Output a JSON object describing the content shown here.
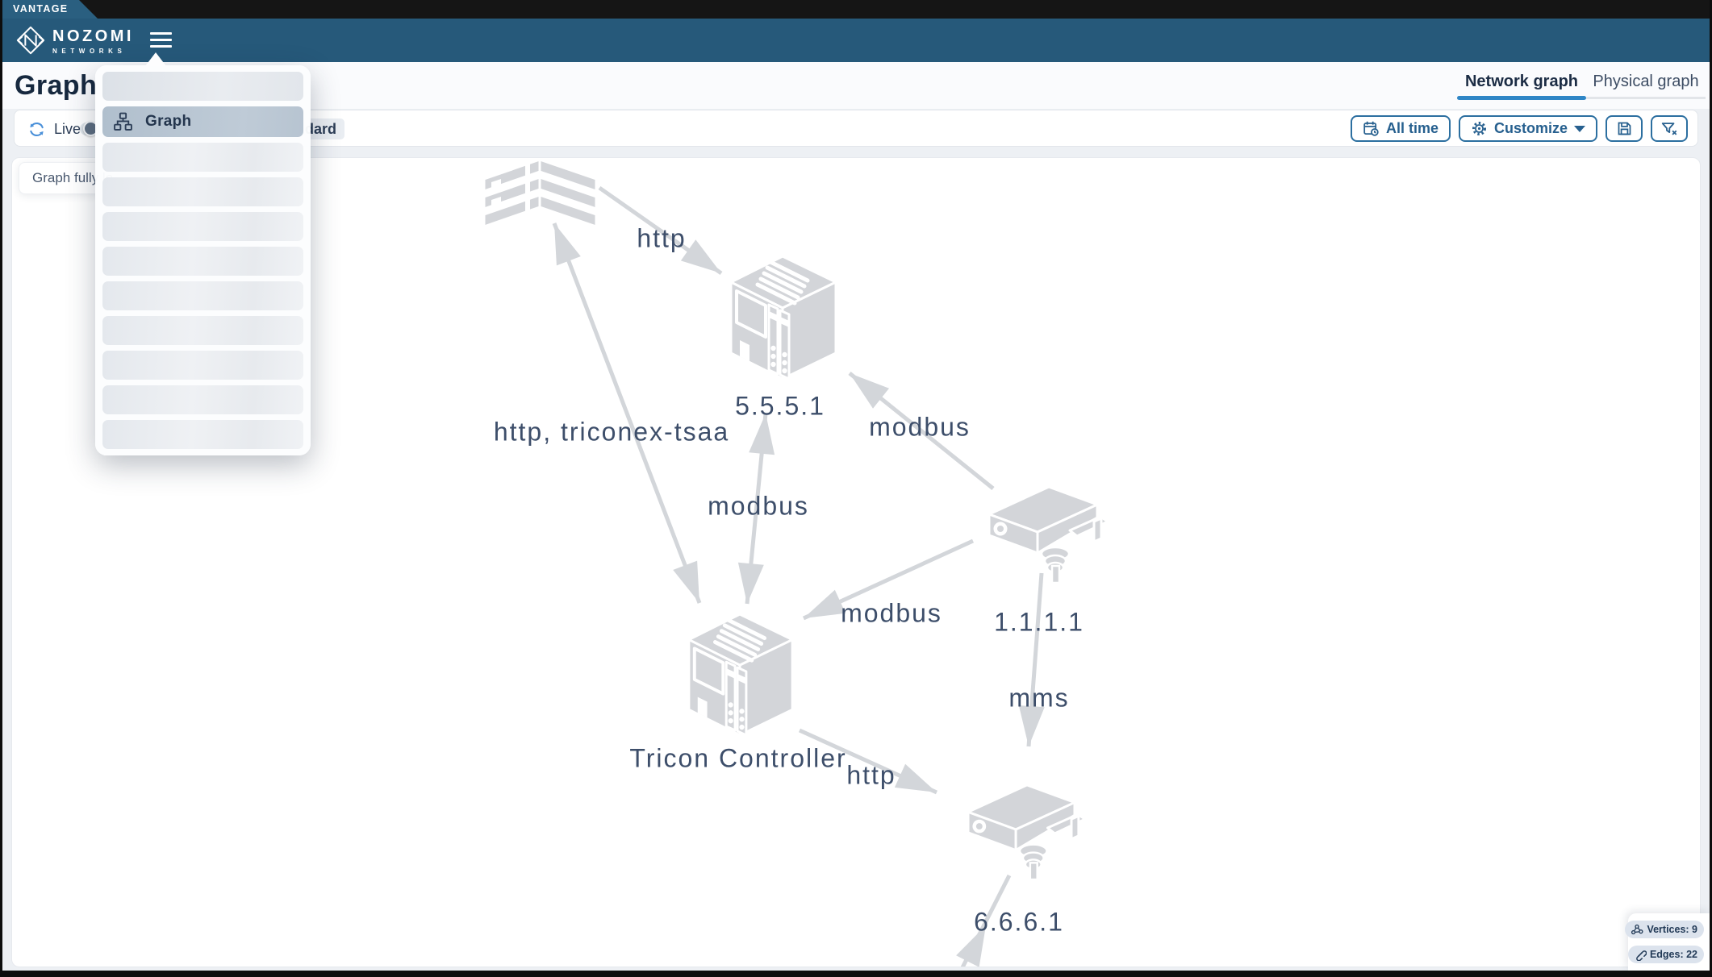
{
  "chrome": {
    "vantage_label": "VANTAGE",
    "brand_name": "NOZOMI",
    "brand_sub": "NETWORKS"
  },
  "page": {
    "title": "Graph"
  },
  "tabs": [
    {
      "label": "Network graph",
      "active": true
    },
    {
      "label": "Physical graph",
      "active": false
    }
  ],
  "toolbar": {
    "live_label": "Live",
    "standard_badge_visible_text": "dard",
    "all_time_label": "All time",
    "customize_label": "Customize"
  },
  "menu": {
    "selected_item": "Graph"
  },
  "toast": {
    "message": "Graph fully lo"
  },
  "status": {
    "vertices": "Vertices: 9",
    "edges": "Edges: 22"
  },
  "graph": {
    "nodes": [
      {
        "id": "server",
        "type": "server",
        "label": ""
      },
      {
        "id": "5.5.5.1",
        "type": "plc",
        "label": "5.5.5.1"
      },
      {
        "id": "1.1.1.1",
        "type": "camera",
        "label": "1.1.1.1"
      },
      {
        "id": "tricon",
        "type": "plc",
        "label": "Tricon Controller"
      },
      {
        "id": "6.6.6.1",
        "type": "camera",
        "label": "6.6.6.1"
      }
    ],
    "edges": [
      {
        "from": "server",
        "to": "5.5.5.1",
        "label": "http"
      },
      {
        "from": "tricon",
        "to": "server",
        "label": "http, triconex-tsaa",
        "bidirectional": true
      },
      {
        "from": "tricon",
        "to": "5.5.5.1",
        "label": "modbus",
        "bidirectional": true
      },
      {
        "from": "1.1.1.1",
        "to": "5.5.5.1",
        "label": "modbus"
      },
      {
        "from": "1.1.1.1",
        "to": "tricon",
        "label": "modbus"
      },
      {
        "from": "1.1.1.1",
        "to": "6.6.6.1",
        "label": "mms"
      },
      {
        "from": "tricon",
        "to": "6.6.6.1",
        "label": "http"
      },
      {
        "from": "offscreen-bottom",
        "to": "6.6.6.1",
        "label": ""
      }
    ]
  },
  "colors": {
    "header_blue": "#26597a",
    "accent_blue": "#2a6f9e",
    "tab_active_underline": "#2f86c6",
    "node_grey": "#d3d6da",
    "label_navy": "#3d4e6a",
    "selected_menu_item": "#b8c5d2"
  },
  "icons": [
    "nozomi-logo",
    "hamburger-menu",
    "refresh",
    "live-toggle",
    "calendar-clock",
    "gear",
    "caret-down",
    "save",
    "filter-clear",
    "org-chart",
    "vertices-graph",
    "edges-link",
    "server-node",
    "plc-node",
    "camera-node"
  ]
}
